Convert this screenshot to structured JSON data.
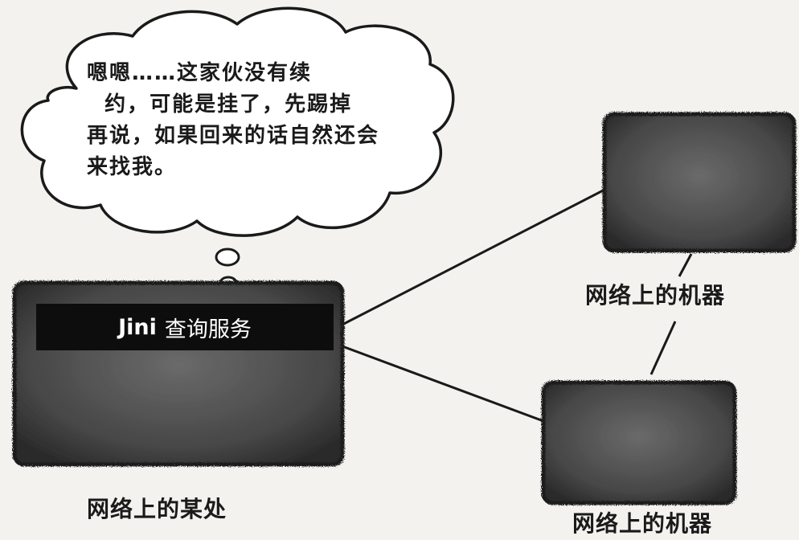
{
  "thought_bubble": {
    "lines": [
      "嗯嗯……这家伙没有续",
      "  约，可能是挂了，先踢掉",
      "再说，如果回来的话自然还会",
      "来找我。"
    ]
  },
  "lookup_service": {
    "brand": "Jini",
    "title": "查询服务",
    "caption": "网络上的某处"
  },
  "machines": [
    {
      "caption": "网络上的机器"
    },
    {
      "caption": "网络上的机器"
    }
  ],
  "colors": {
    "box_fill": "#4a4a4a",
    "banner_fill": "#0d0d0d",
    "line": "#1a1a1a"
  }
}
